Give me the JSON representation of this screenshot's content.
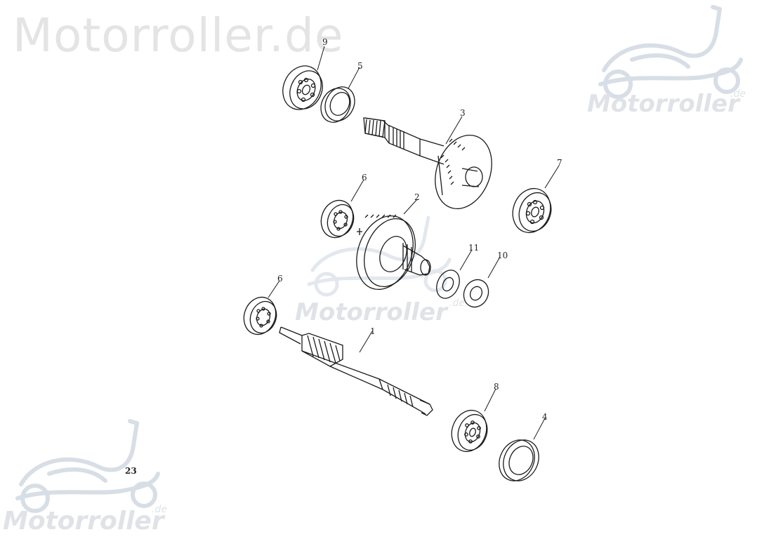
{
  "watermark": {
    "main_text": "Motorroller.de",
    "logo_text": "Motorroller",
    "logo_suffix": ".de"
  },
  "page_number": "23",
  "callouts": [
    "9",
    "5",
    "3",
    "7",
    "6",
    "2",
    "11",
    "10",
    "6",
    "1",
    "8",
    "4"
  ]
}
